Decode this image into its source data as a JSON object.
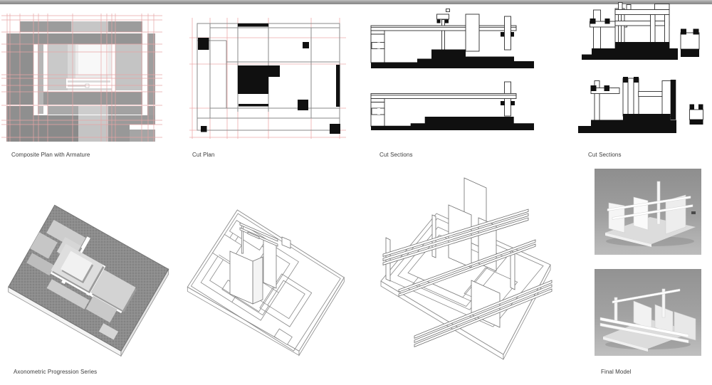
{
  "sheet": {
    "kind": "architecture portfolio sheet",
    "top_bar_color": "#9e9e9e"
  },
  "labels": {
    "composite_plan": "Composite Plan with Armature",
    "cut_plan": "Cut Plan",
    "cut_sections_1": "Cut Sections",
    "cut_sections_2": "Cut Sections",
    "axon_series": "Axonometric Progression Series",
    "final_model": "Final Model"
  },
  "colors": {
    "grid_red": "#e7a5a5",
    "drawing_gray": "#8a8a8a",
    "ink_black": "#101010",
    "caption_text": "#3b3b3b",
    "photo_background": "#9a9a9a"
  }
}
